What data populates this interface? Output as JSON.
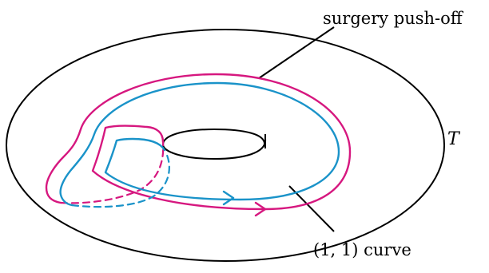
{
  "labels": {
    "surgery_pushoff": "surgery push-off",
    "torus": "T",
    "curve_11": "(1, 1) curve"
  },
  "colors": {
    "outline": "#000000",
    "surgery_pushoff": "#d6177f",
    "curve_11": "#1a93c9",
    "background": "#ffffff"
  }
}
